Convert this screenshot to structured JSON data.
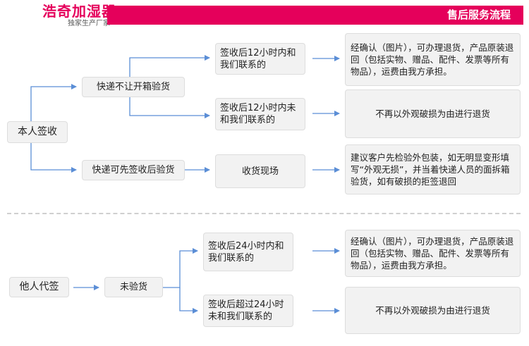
{
  "header": {
    "brand": "浩奇加湿器",
    "brand_sub": "独家生产厂家",
    "title": "售后服务流程"
  },
  "accent_color": "#e5005b",
  "line_color": "#5b8ed6",
  "section1": {
    "root": "本人签收",
    "branch_a": {
      "label": "快递不让开箱验货",
      "case_1": "签收后12小时内和我们联系的",
      "result_1": "经确认（图片），可办理退货，产品原装退回（包括实物、赠品、配件、发票等所有物品），运费由我方承担。",
      "case_2": "签收后12小时内未和我们联系的",
      "result_2": "不再以外观破损为由进行退货"
    },
    "branch_b": {
      "label": "快递可先签收后验货",
      "case": "收货现场",
      "result": "建议客户先检验外包装，如无明显变形填写“外观无损”，并当着快递人员的面拆箱验货，如有破损的拒签退回"
    }
  },
  "section2": {
    "root": "他人代签",
    "branch": "未验货",
    "case_1": "签收后24小时内和我们联系的",
    "result_1": "经确认（图片），可办理退货，产品原装退回（包括实物、赠品、配件、发票等所有物品），运费由我方承担。",
    "case_2": "签收后超过24小时未和我们联系的",
    "result_2": "不再以外观破损为由进行退货"
  }
}
